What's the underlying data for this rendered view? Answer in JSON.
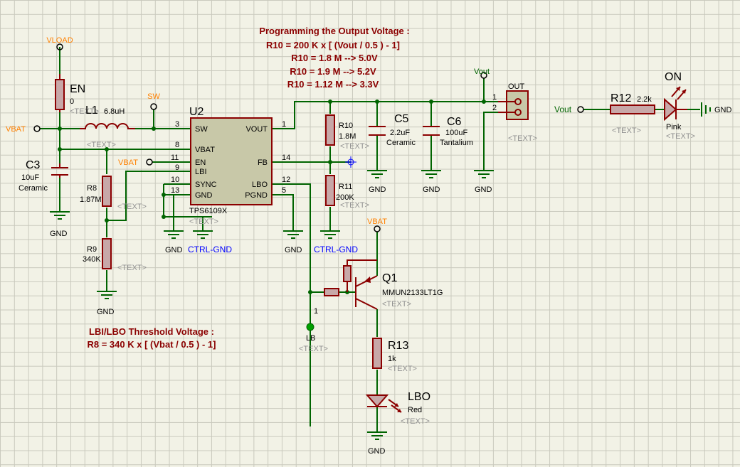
{
  "notes": {
    "prog_title": "Programming the Output Voltage :",
    "prog_formula": "R10 = 200 K x [ (Vout / 0.5 ) - 1]",
    "prog_line1": "R10 = 1.8 M --> 5.0V",
    "prog_line2": "R10 = 1.9 M --> 5.2V",
    "prog_line3": "R10 = 1.12 M --> 3.3V",
    "lbi_title": "LBI/LBO Threshold Voltage :",
    "lbi_formula": "R8 = 340 K x [ (Vbat / 0.5 ) - 1]"
  },
  "nets": {
    "vload": "VLOAD",
    "sw": "SW",
    "vbat_left": "VBAT",
    "vbat_en": "VBAT",
    "vbat_q1": "VBAT",
    "vout": "Vout",
    "vout_led": "Vout"
  },
  "text_placeholder": "<TEXT>",
  "components": {
    "en": {
      "ref": "EN",
      "value": "0"
    },
    "l1": {
      "ref": "L1",
      "value": "6.8uH"
    },
    "c3": {
      "ref": "C3",
      "value": "10uF",
      "type": "Ceramic"
    },
    "r8": {
      "ref": "R8",
      "value": "1.87M"
    },
    "r9": {
      "ref": "R9",
      "value": "340K"
    },
    "u2": {
      "ref": "U2",
      "part": "TPS6109X",
      "pins_left": [
        {
          "name": "SW",
          "num": "3"
        },
        {
          "name": "VBAT",
          "num": "8"
        },
        {
          "name": "EN",
          "num": "11"
        },
        {
          "name": "LBI",
          "num": "9"
        },
        {
          "name": "SYNC",
          "num": "10"
        },
        {
          "name": "GND",
          "num": "13"
        }
      ],
      "pins_right": [
        {
          "name": "VOUT",
          "num": "1"
        },
        {
          "name": "FB",
          "num": "14"
        },
        {
          "name": "LBO",
          "num": "12"
        },
        {
          "name": "PGND",
          "num": "5"
        }
      ]
    },
    "r10": {
      "ref": "R10",
      "value": "1.8M"
    },
    "r11": {
      "ref": "R11",
      "value": "200K"
    },
    "c5": {
      "ref": "C5",
      "value": "2.2uF",
      "type": "Ceramic"
    },
    "c6": {
      "ref": "C6",
      "value": "100uF",
      "type": "Tantalium"
    },
    "out": {
      "ref": "OUT",
      "pin1": "1",
      "pin2": "2"
    },
    "q1": {
      "ref": "Q1",
      "part": "MMUN2133LT1G"
    },
    "r13": {
      "ref": "R13",
      "value": "1k"
    },
    "lbo_led": {
      "ref": "LBO",
      "color": "Red"
    },
    "lb": {
      "ref": "LB",
      "pin": "1"
    },
    "r12": {
      "ref": "R12",
      "value": "2.2k"
    },
    "on_led": {
      "ref": "ON",
      "color": "Pink"
    }
  },
  "labels": {
    "gnd": "GND",
    "ctrl_gnd": "CTRL-GND"
  },
  "colors": {
    "wire": "#006400",
    "part": "#8b0000",
    "net_label": "#ff8000",
    "hidden_text": "#909090",
    "ctrl_label": "#0000ff",
    "background": "#f2f2e6"
  }
}
